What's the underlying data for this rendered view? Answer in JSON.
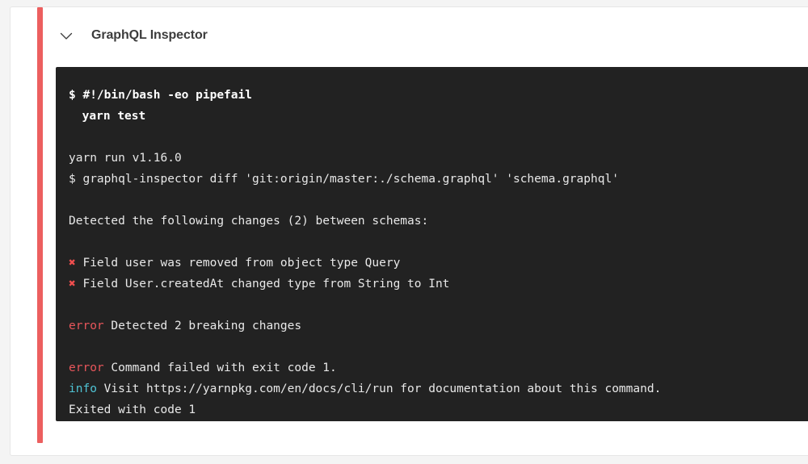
{
  "job": {
    "title": "GraphQL Inspector",
    "toggle_icon": "chevron-down-icon",
    "status_color": "#ec5f5f"
  },
  "colors": {
    "terminal_background": "#222222",
    "terminal_text": "#e8e8e8",
    "error_label": "#e8565b",
    "info_label": "#4fc3d4",
    "error_mark": "#ef4e4e",
    "status_bar": "#ec5f5f",
    "card_background": "#ffffff",
    "page_background": "#f4f4f4"
  },
  "terminal": {
    "lines": [
      {
        "id": "l1",
        "type": "command",
        "prompt": "$",
        "text": "#!/bin/bash -eo pipefail"
      },
      {
        "id": "l2",
        "type": "command-indent",
        "text": "yarn test"
      },
      {
        "id": "l3",
        "type": "blank",
        "text": ""
      },
      {
        "id": "l4",
        "type": "plain",
        "text": "yarn run v1.16.0"
      },
      {
        "id": "l5",
        "type": "plain",
        "text": "$ graphql-inspector diff 'git:origin/master:./schema.graphql' 'schema.graphql'"
      },
      {
        "id": "l6",
        "type": "blank",
        "text": ""
      },
      {
        "id": "l7",
        "type": "plain",
        "text": "Detected the following changes (2) between schemas:"
      },
      {
        "id": "l8",
        "type": "blank",
        "text": ""
      },
      {
        "id": "l9",
        "type": "error-item",
        "mark": "✖",
        "text": "Field user was removed from object type Query"
      },
      {
        "id": "l10",
        "type": "error-item",
        "mark": "✖",
        "text": "Field User.createdAt changed type from String to Int"
      },
      {
        "id": "l11",
        "type": "blank",
        "text": ""
      },
      {
        "id": "l12",
        "type": "labeled",
        "label": "error",
        "label_kind": "error",
        "text": "Detected 2 breaking changes"
      },
      {
        "id": "l13",
        "type": "blank",
        "text": ""
      },
      {
        "id": "l14",
        "type": "labeled",
        "label": "error",
        "label_kind": "error",
        "text": "Command failed with exit code 1."
      },
      {
        "id": "l15",
        "type": "labeled",
        "label": "info",
        "label_kind": "info",
        "text": "Visit https://yarnpkg.com/en/docs/cli/run for documentation about this command."
      },
      {
        "id": "l16",
        "type": "plain",
        "text": "Exited with code 1"
      }
    ]
  }
}
